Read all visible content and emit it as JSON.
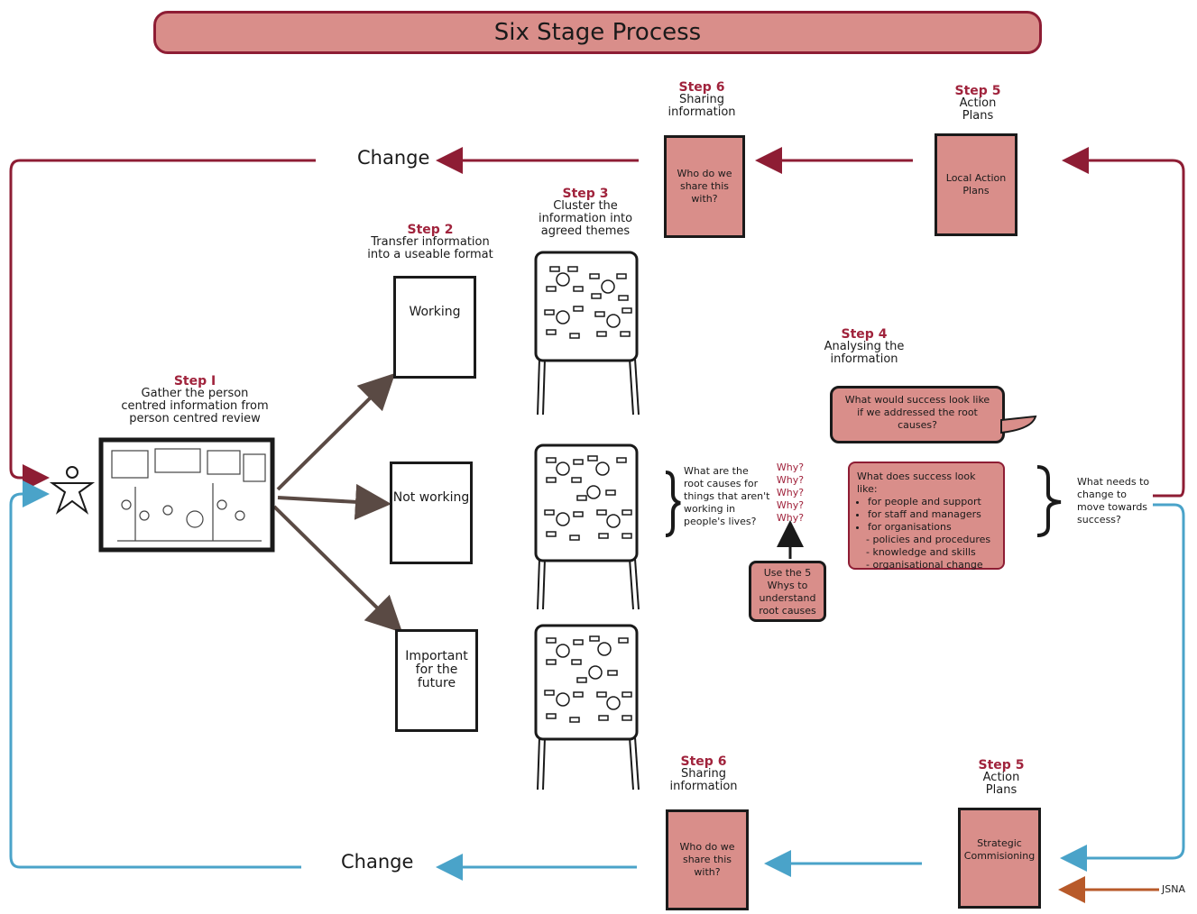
{
  "title": "Six Stage Process",
  "step1": {
    "num": "Step I",
    "text": "Gather the person centred information from person centred review"
  },
  "step2": {
    "num": "Step 2",
    "text": "Transfer information into a useable format",
    "cards": [
      "Working",
      "Not working",
      "Important for the future"
    ]
  },
  "step3": {
    "num": "Step 3",
    "text": "Cluster the information into agreed themes"
  },
  "step4": {
    "num": "Step 4",
    "text": "Analysing the information",
    "root_question": "What are the root causes for things that aren't working in people's lives?",
    "whys": [
      "Why?",
      "Why?",
      "Why?",
      "Why?",
      "Why?"
    ],
    "five_whys": "Use the 5 Whys to understand root causes",
    "speech": "What would success look like if we addressed the root causes?",
    "success_title": "What does success look like:",
    "success_items": [
      "for people and support",
      "for staff and managers",
      "for organisations"
    ],
    "success_sub": [
      "- policies and procedures",
      "- knowledge and skills",
      "- organisational change"
    ],
    "change_question": "What needs to change to move towards success?"
  },
  "top": {
    "step6_num": "Step 6",
    "step6_text": "Sharing information",
    "step6_card": "Who do we share this with?",
    "step5_num": "Step 5",
    "step5_text": "Action Plans",
    "step5_card": "Local Action Plans",
    "change": "Change"
  },
  "bottom": {
    "step6_num": "Step 6",
    "step6_text": "Sharing information",
    "step6_card": "Who do we share this with?",
    "step5_num": "Step 5",
    "step5_text": "Action Plans",
    "step5_card": "Strategic Commisioning",
    "change": "Change",
    "jsna": "JSNA"
  },
  "colors": {
    "maroon": "#8e1d34",
    "pink": "#d98e8a",
    "blue": "#4aa3c9",
    "brown": "#5a4a44",
    "orange": "#b85a2a"
  }
}
